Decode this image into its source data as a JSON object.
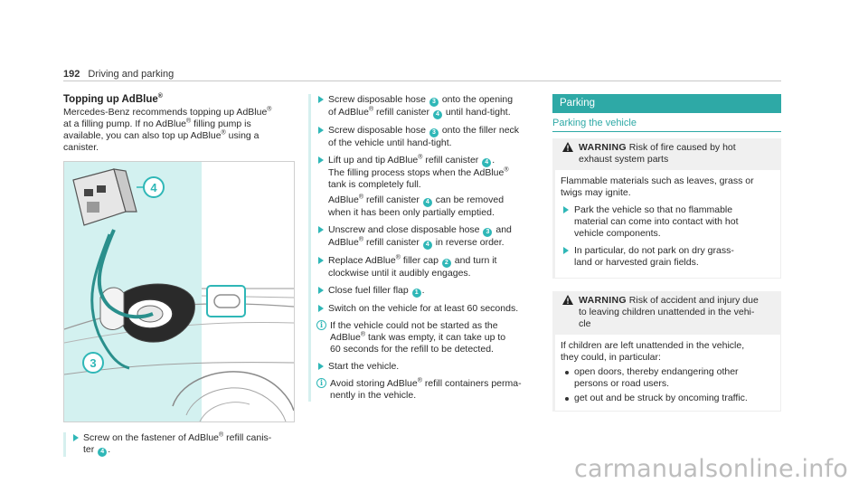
{
  "header": {
    "page_number": "192",
    "chapter": "Driving and parking"
  },
  "col1": {
    "title": "Topping up AdBlue",
    "reg": "®",
    "intro": {
      "line1a": "Mercedes-Benz recommends topping up AdBlue",
      "line2a": "at a filling pump. If no AdBlue",
      "line2b": "filling pump is",
      "line3a": "available, you can also top up AdBlue",
      "line3b": "using a",
      "line4": "canister."
    },
    "illustration": {
      "callout_4": "4",
      "callout_3": "3"
    },
    "step1": {
      "a": "Screw on the fastener of AdBlue",
      "b": "refill canis-",
      "c": "ter",
      "badge": "4",
      "d": "."
    }
  },
  "col2": {
    "s1": {
      "a": "Screw disposable hose",
      "b1": "3",
      "c": "onto the opening",
      "d": "of AdBlue",
      "e": "refill canister",
      "b2": "4",
      "f": "until hand-tight."
    },
    "s2": {
      "a": "Screw disposable hose",
      "b": "3",
      "c": "onto the filler neck",
      "d": "of the vehicle until hand-tight."
    },
    "s3": {
      "a": "Lift up and tip AdBlue",
      "b": "refill canister",
      "badge": "4",
      "c": ".",
      "d": "The filling process stops when the AdBlue",
      "e": "tank is completely full.",
      "f": "AdBlue",
      "g": "refill canister",
      "badge2": "4",
      "h": "can be removed",
      "i": "when it has been only partially emptied."
    },
    "s4": {
      "a": "Unscrew and close disposable hose",
      "b": "3",
      "c": "and",
      "d": "AdBlue",
      "e": "refill canister",
      "badge": "4",
      "f": "in reverse order."
    },
    "s5": {
      "a": "Replace AdBlue",
      "b": "filler cap",
      "badge": "2",
      "c": "and turn it",
      "d": "clockwise until it audibly engages."
    },
    "s6": {
      "a": "Close fuel filler flap",
      "badge": "1",
      "b": "."
    },
    "s7": {
      "a": "Switch on the vehicle for at least 60 seconds."
    },
    "n1": {
      "a": "If the vehicle could not be started as the",
      "b": "AdBlue",
      "c": "tank was empty, it can take up to",
      "d": "60 seconds for the refill to be detected."
    },
    "s8": {
      "a": "Start the vehicle."
    },
    "n2": {
      "a": "Avoid storing AdBlue",
      "b": "refill containers perma-",
      "c": "nently in the vehicle."
    },
    "reg": "®",
    "info_glyph": "i"
  },
  "col3": {
    "section_title": "Parking",
    "section_sub": "Parking the vehicle",
    "w1": {
      "label": "WARNING",
      "head_a": "Risk of fire caused by hot",
      "head_b": "exhaust system parts",
      "body_a": "Flammable materials such as leaves, grass or",
      "body_b": "twigs may ignite.",
      "step1_a": "Park the vehicle so that no flammable",
      "step1_b": "material can come into contact with hot",
      "step1_c": "vehicle components.",
      "step2_a": "In particular, do not park on dry grass-",
      "step2_b": "land or harvested grain fields."
    },
    "w2": {
      "label": "WARNING",
      "head_a": "Risk of accident and injury due",
      "head_b": "to leaving children unattended in the vehi-",
      "head_c": "cle",
      "body_a": "If children are left unattended in the vehicle,",
      "body_b": "they could, in particular:",
      "bullet1_a": "open doors, thereby endangering other",
      "bullet1_b": "persons or road users.",
      "bullet2": "get out and be struck by oncoming traffic."
    }
  },
  "watermark": "carmanualsonline.info",
  "colors": {
    "accent": "#2ea9a6",
    "badge": "#2fb7b7",
    "warn_bg": "#f0f0f0"
  },
  "icons": [
    "arrow-right-icon",
    "info-icon",
    "warning-triangle-icon"
  ]
}
